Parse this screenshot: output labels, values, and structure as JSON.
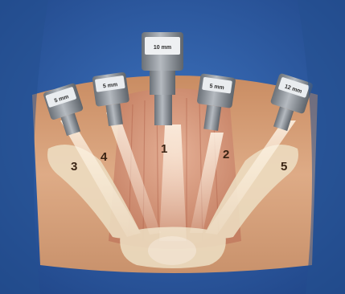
{
  "image": {
    "palette": {
      "drape": "#2f5fa6",
      "drape_dark": "#1e3f7a",
      "skin": "#d9a27c",
      "muscle": "#c9735a",
      "bone": "#efe0c4",
      "trocar_metal": "#8d939a",
      "trocar_cap": "#e8ebee"
    }
  },
  "ports": [
    {
      "number": "1",
      "cap_text": "10 mm"
    },
    {
      "number": "2",
      "cap_text": "5 mm"
    },
    {
      "number": "3",
      "cap_text": "5 mm"
    },
    {
      "number": "4",
      "cap_text": "5 mm"
    },
    {
      "number": "5",
      "cap_text": "12 mm"
    }
  ]
}
